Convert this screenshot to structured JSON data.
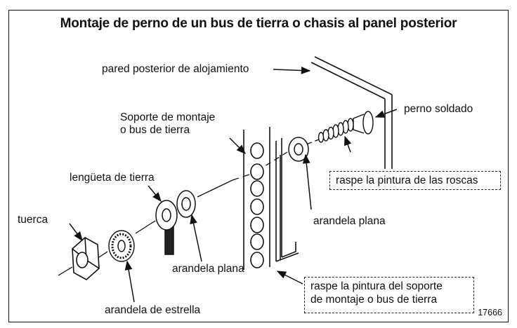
{
  "title": "Montaje de perno de un bus de tierra o chasis al panel posterior",
  "labels": {
    "back_wall": "pared posterior de alojamiento",
    "bracket_line1": "Soporte de montaje",
    "bracket_line2": "o bus de tierra",
    "welded_stud": "perno soldado",
    "scrape_threads": "raspe la pintura de las roscas",
    "ground_lug": "lengüeta de tierra",
    "nut": "tuerca",
    "flat_washer_right": "arandela plana",
    "flat_washer_left": "arandela plana",
    "star_washer": "arandela de estrella",
    "scrape_bracket_line1": "raspe la pintura del soporte",
    "scrape_bracket_line2": "de montaje o bus de tierra"
  },
  "figure_number": "17666"
}
